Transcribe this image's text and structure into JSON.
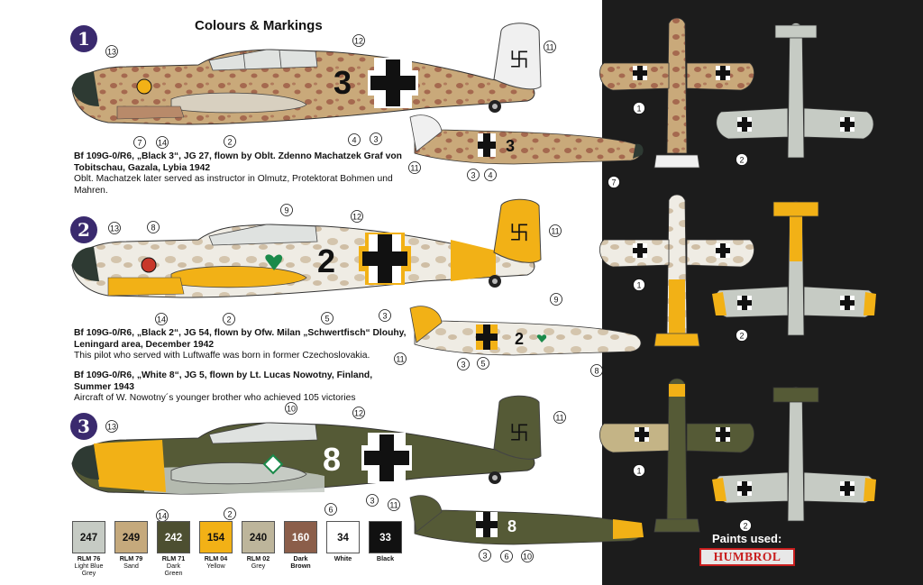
{
  "title": "Colours & Markings",
  "schemes": [
    {
      "number": "1",
      "aircraft_code": "3",
      "caption_bold": "Bf 109G-0/R6, „Black 3“, JG 27, flown by Oblt. Zdenno Machatzek Graf von Tobitschau, Gazala, Lybia 1942",
      "caption_note": "Oblt. Machatzek later served as instructor in Olmutz, Protektorat Bohmen und Mahren."
    },
    {
      "number": "2",
      "aircraft_code": "2",
      "caption_bold": "Bf 109G-0/R6, „Black 2“, JG 54, flown by Ofw. Milan „Schwertfisch“ Dlouhy, Leningard area, December 1942",
      "caption_note": "This pilot who served with Luftwaffe was born in former Czechoslovakia."
    },
    {
      "number": "3",
      "aircraft_code": "8",
      "caption_bold": "Bf 109G-0/R6, „White 8“, JG 5, flown by Lt. Lucas Nowotny, Finland, Summer 1943",
      "caption_note": "Aircraft of W. Nowotny´s younger brother who achieved 105 victories"
    }
  ],
  "callouts": {
    "s1": [
      "13",
      "12",
      "11",
      "7",
      "14",
      "2",
      "4",
      "3",
      "11",
      "3",
      "4",
      "7",
      "1",
      "2"
    ],
    "s2": [
      "13",
      "8",
      "9",
      "12",
      "11",
      "14",
      "2",
      "5",
      "3",
      "9",
      "11",
      "3",
      "5",
      "8",
      "1",
      "2"
    ],
    "s3": [
      "13",
      "10",
      "12",
      "11",
      "14",
      "2",
      "6",
      "3",
      "11",
      "3",
      "6",
      "10",
      "1",
      "2"
    ]
  },
  "swatches": [
    {
      "number": "247",
      "code": "RLM 76",
      "name": "Light Blue Grey",
      "color": "#c6cbc4"
    },
    {
      "number": "249",
      "code": "RLM 79",
      "name": "Sand",
      "color": "#c5a97c"
    },
    {
      "number": "242",
      "code": "RLM 71",
      "name": "Dark Green",
      "color": "#4d4f31"
    },
    {
      "number": "154",
      "code": "RLM 04",
      "name": "Yellow",
      "color": "#f2b116"
    },
    {
      "number": "240",
      "code": "RLM 02",
      "name": "Grey",
      "color": "#bdb59b"
    },
    {
      "number": "160",
      "code": "",
      "name": "Dark Brown",
      "color": "#8b5e4a"
    },
    {
      "number": "34",
      "code": "",
      "name": "White",
      "color": "#ffffff"
    },
    {
      "number": "33",
      "code": "",
      "name": "Black",
      "color": "#111111"
    }
  ],
  "paints_label": "Paints used:",
  "brand": "HUMBROL",
  "colors": {
    "scheme_badge": "#3a2a6e",
    "right_panel": "#1c1c1c",
    "sand": "#c5a97c",
    "dark_green": "#4d4f31",
    "yellow": "#f2b116",
    "light_grey": "#c6cbc4",
    "brand_red": "#c81e1e"
  }
}
